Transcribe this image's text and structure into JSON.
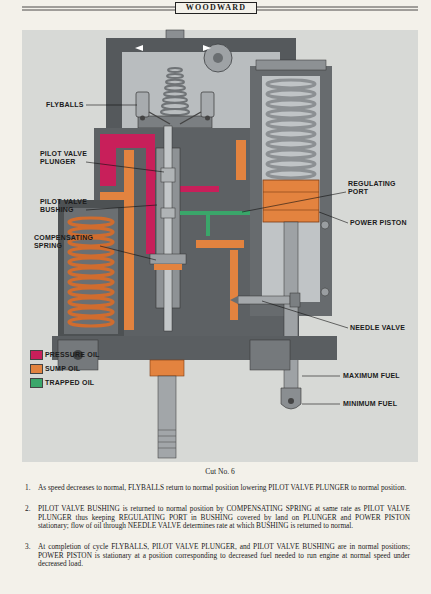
{
  "diagram": {
    "title": "WOODWARD",
    "caption": "Cut No. 6",
    "labels": [
      "FLYBALLS",
      "PILOT VALVE PLUNGER",
      "REGULATING PORT",
      "POWER PISTON",
      "PILOT VALVE BUSHING",
      "COMPENSATING SPRING",
      "NEEDLE VALVE",
      "MAXIMUM FUEL",
      "MINIMUM FUEL",
      "1.",
      "As speed decreases to normal, FLYBALLS return to normal position lowering PILOT VALVE PLUNGER to normal position.",
      "2.",
      "PILOT VALVE BUSHING is returned to normal position by COMPENSATING SPRING at same rate as PILOT VALVE PLUNGER thus keeping REGULATING PORT in BUSHING covered by land on PLUNGER and POWER PISTON stationary; flow of oil through NEEDLE VALVE determines rate at which BUSHING is returned to normal.",
      "3.",
      "At completion of cycle FLYBALLS, PILOT VALVE PLUNGER, and PILOT VALVE BUSHING are in normal positions; POWER PISTON is stationary at a position corresponding to decreased fuel needed to run engine at normal speed under decreased load."
    ],
    "legend": [
      {
        "text": "PRESSURE OIL",
        "color": "#c81f5a"
      },
      {
        "text": "SUMP OIL",
        "color": "#e3833f"
      },
      {
        "text": "TRAPPED OIL",
        "color": "#3aa66a"
      }
    ]
  }
}
